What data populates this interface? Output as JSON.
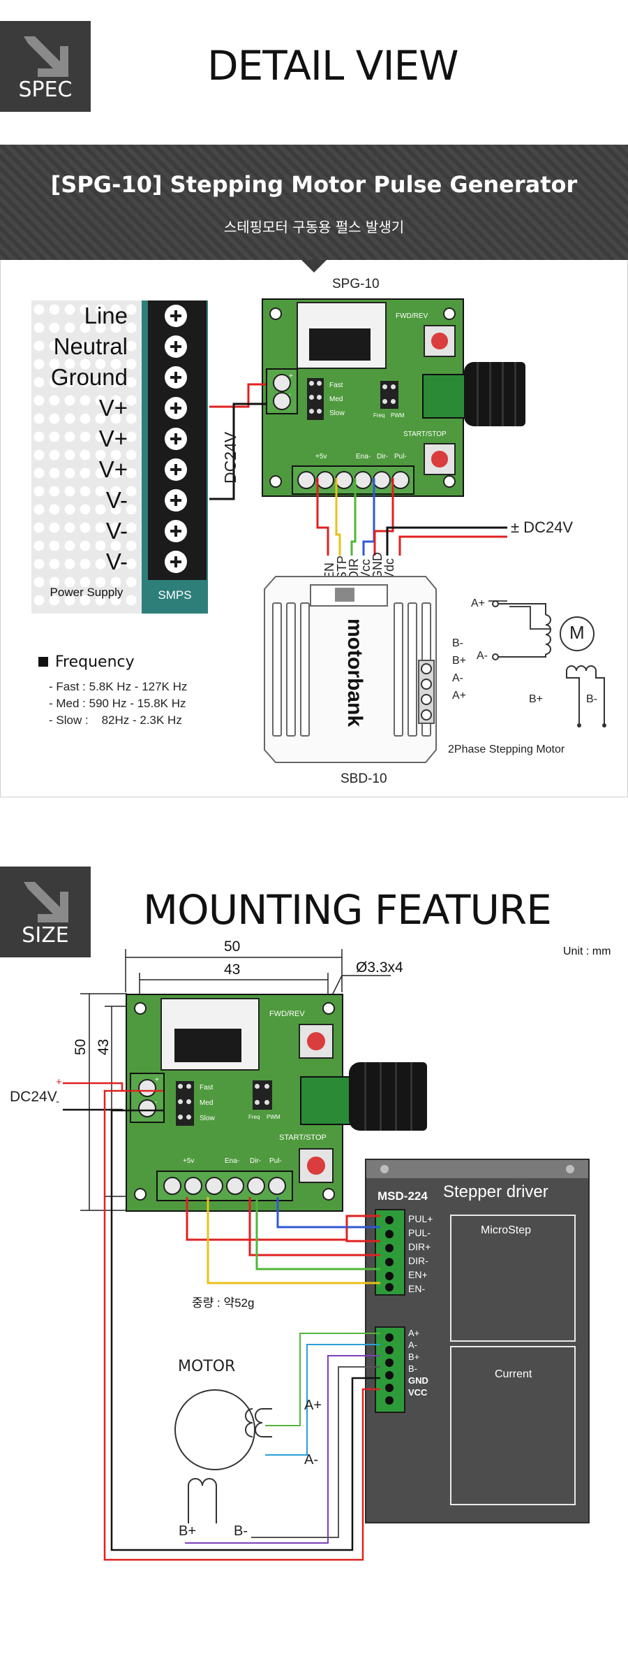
{
  "spec_section": {
    "badge": "SPEC",
    "title": "DETAIL VIEW"
  },
  "banner": {
    "title": "[SPG-10] Stepping Motor Pulse Generator",
    "subtitle": "스테핑모터 구동용 펄스 발생기"
  },
  "power_supply": {
    "terminals": [
      "Line",
      "Neutral",
      "Ground",
      "V+",
      "V+",
      "V+",
      "V-",
      "V-",
      "V-"
    ],
    "name": "Power Supply",
    "type": "SMPS"
  },
  "spg10_detail": {
    "model": "SPG-10",
    "fwd_rev": "FWD/REV",
    "start_stop": "START/STOP",
    "speed_pins": [
      "Fast",
      "Med",
      "Slow"
    ],
    "freq_label": "Freq",
    "pwm_label": "PWM",
    "term_labels": [
      "+5v",
      "Ena-",
      "Dir-",
      "Pul-"
    ],
    "dc_label": "DC24V",
    "plus": "+",
    "minus": "-"
  },
  "sbd_wiring": {
    "pins": [
      "EN",
      "STP",
      "DIR",
      "Vcc",
      "GND",
      "Vdc"
    ],
    "supply": "± DC24V"
  },
  "sbd10": {
    "model": "SBD-10",
    "brand": "motorbank",
    "motor_pins_right": [
      "B-",
      "B+",
      "A-",
      "A+"
    ],
    "a_plus": "A+",
    "a_minus": "A-",
    "b_plus": "B+",
    "b_minus": "B-",
    "motor_symbol": "M",
    "motor_caption": "2Phase Stepping Motor"
  },
  "frequency": {
    "heading": "Frequency",
    "lines": [
      "- Fast : 5.8K Hz - 127K Hz",
      "- Med : 590 Hz - 15.8K Hz",
      "- Slow :    82Hz - 2.3K Hz"
    ]
  },
  "size_section": {
    "badge": "SIZE",
    "title": "MOUNTING FEATURE",
    "unit": "Unit : mm",
    "dim_width_outer": "50",
    "dim_width_inner": "43",
    "dim_height_outer": "50",
    "dim_height_inner": "43",
    "hole_spec": "Ø3.3x4",
    "dc_label": "DC24V",
    "plus": "+",
    "minus": "-",
    "weight": "중량 : 약52g"
  },
  "driver": {
    "model": "MSD-224",
    "title": "Stepper driver",
    "signal_pins": [
      "PUL+",
      "PUL-",
      "DIR+",
      "DIR-",
      "EN+",
      "EN-"
    ],
    "power_pins": [
      "A+",
      "A-",
      "B+",
      "B-",
      "GND",
      "VCC"
    ],
    "microstep_label": "MicroStep",
    "current_label": "Current"
  },
  "motor": {
    "heading": "MOTOR",
    "a_plus": "A+",
    "a_minus": "A-",
    "b_plus": "B+",
    "b_minus": "B-"
  },
  "colors": {
    "pcb_green": "#4f9a3e",
    "button_red": "#d93d3d",
    "smps_teal": "#2e7f7a",
    "wire_red": "#e02020",
    "wire_yellow": "#e7c21a",
    "wire_green": "#52b63a",
    "wire_blue": "#2f59d6",
    "driver_gray": "#4d4d4d"
  }
}
